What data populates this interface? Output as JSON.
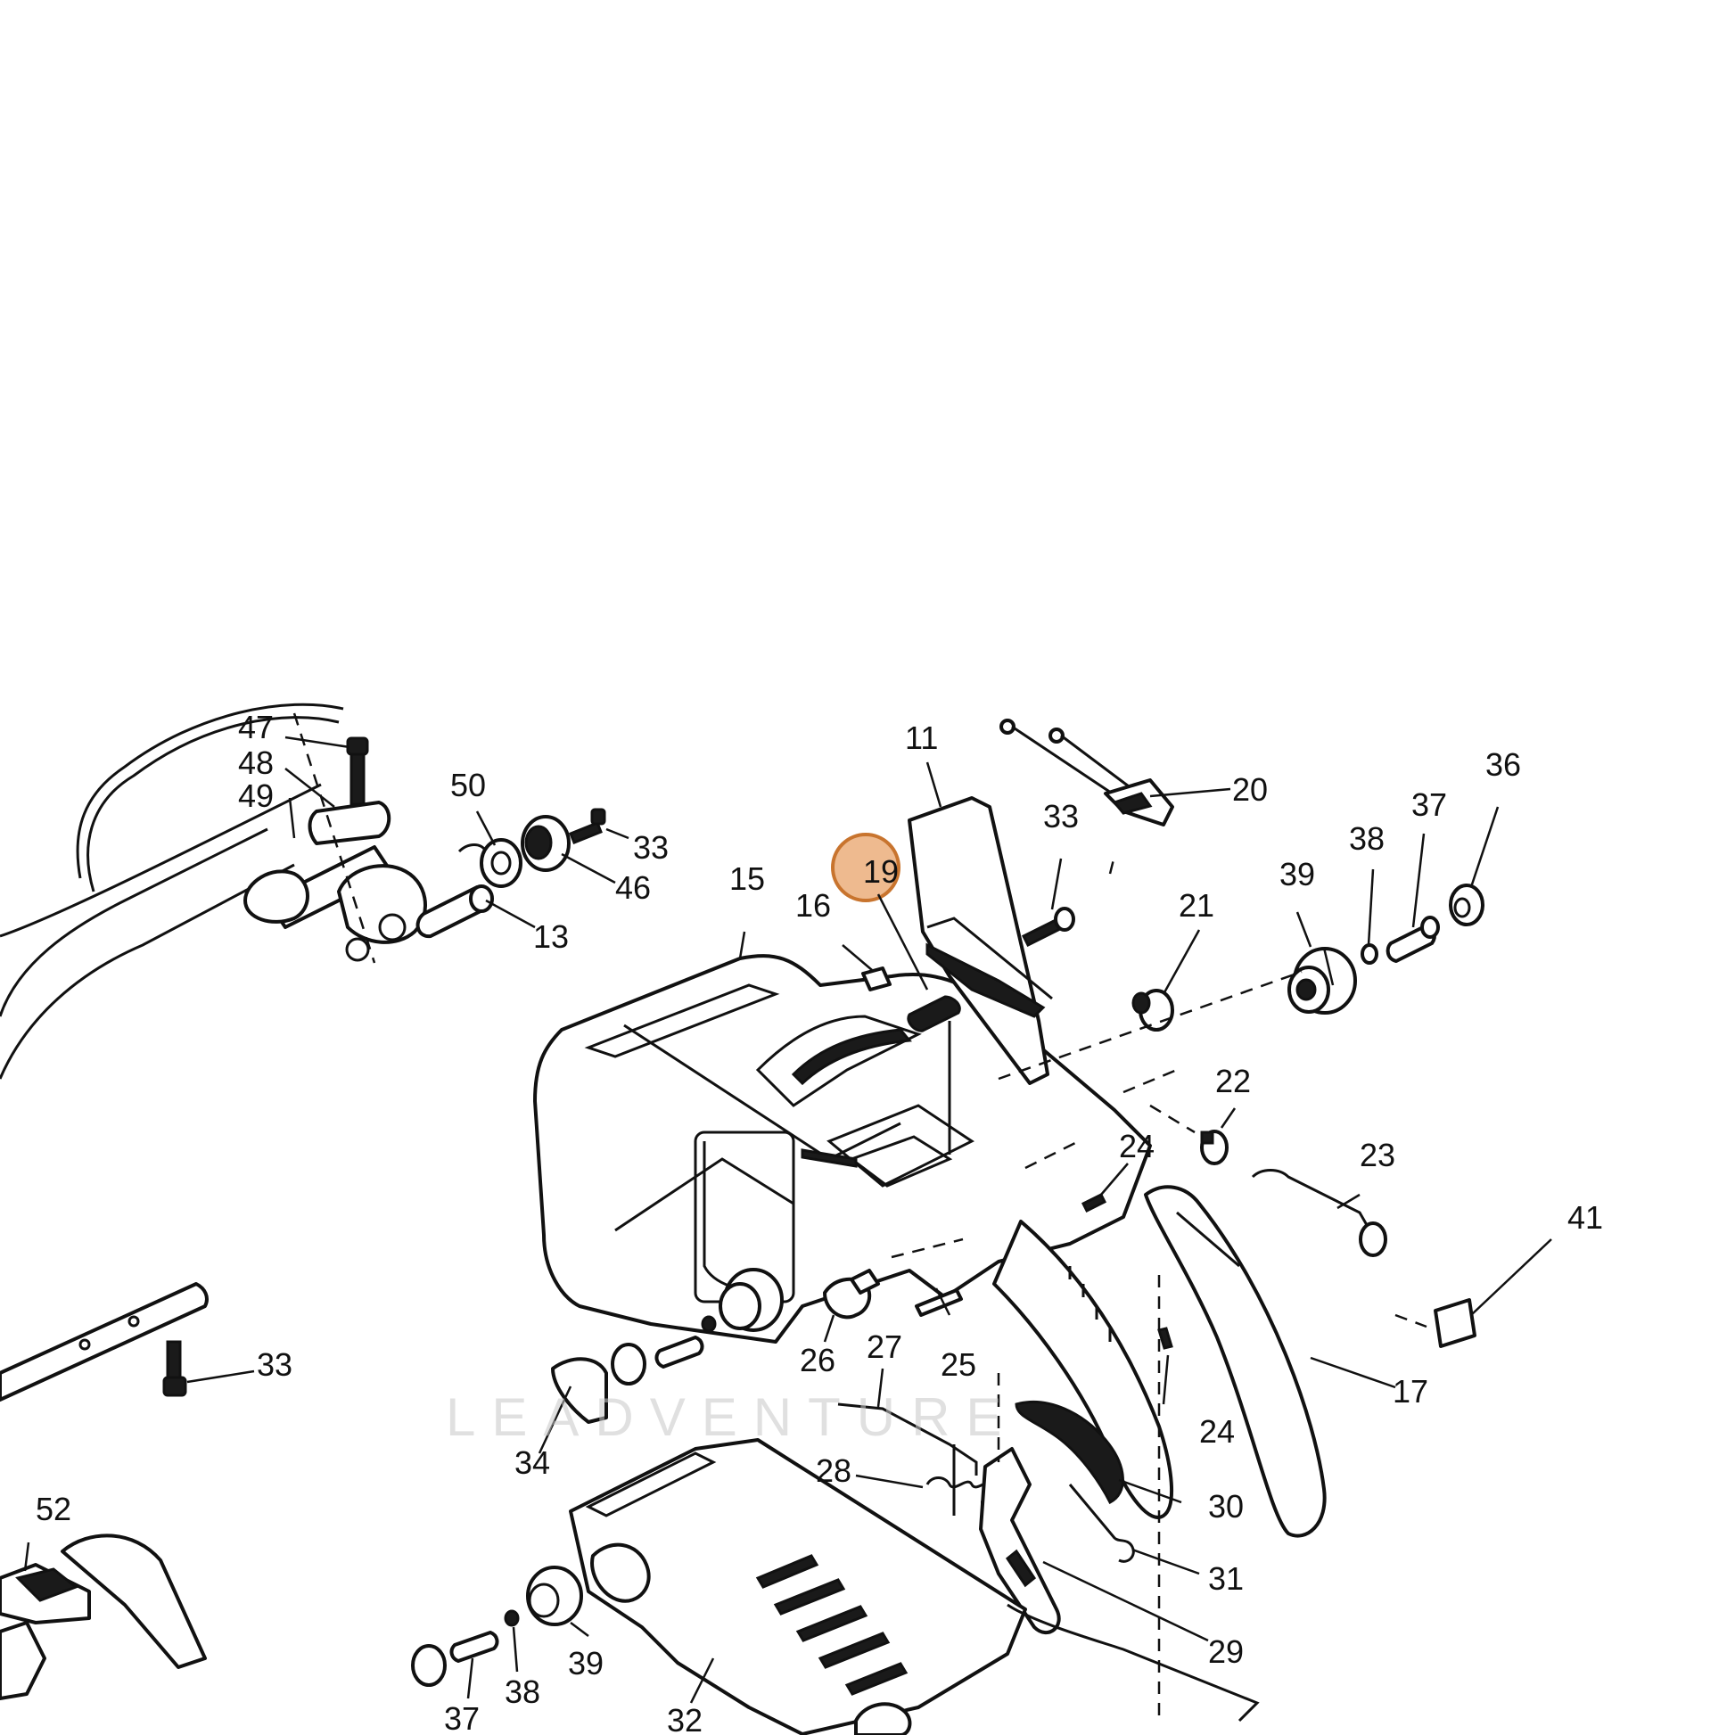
{
  "callouts": {
    "c11": "11",
    "c13": "13",
    "c15": "15",
    "c16": "16",
    "c17": "17",
    "c19": "19",
    "c20": "20",
    "c21": "21",
    "c22": "22",
    "c23": "23",
    "c24a": "24",
    "c24b": "24",
    "c25": "25",
    "c26": "26",
    "c27": "27",
    "c28": "28",
    "c29": "29",
    "c30": "30",
    "c31": "31",
    "c32": "32",
    "c33a": "33",
    "c33b": "33",
    "c33c": "33",
    "c34": "34",
    "c36": "36",
    "c37a": "37",
    "c37b": "37",
    "c38a": "38",
    "c38b": "38",
    "c39a": "39",
    "c39b": "39",
    "c41": "41",
    "c46": "46",
    "c47": "47",
    "c48": "48",
    "c49": "49",
    "c50": "50",
    "c52": "52"
  },
  "highlight": {
    "part": "19",
    "color": "#e8a36a"
  },
  "watermark": "LEADVENTURE"
}
